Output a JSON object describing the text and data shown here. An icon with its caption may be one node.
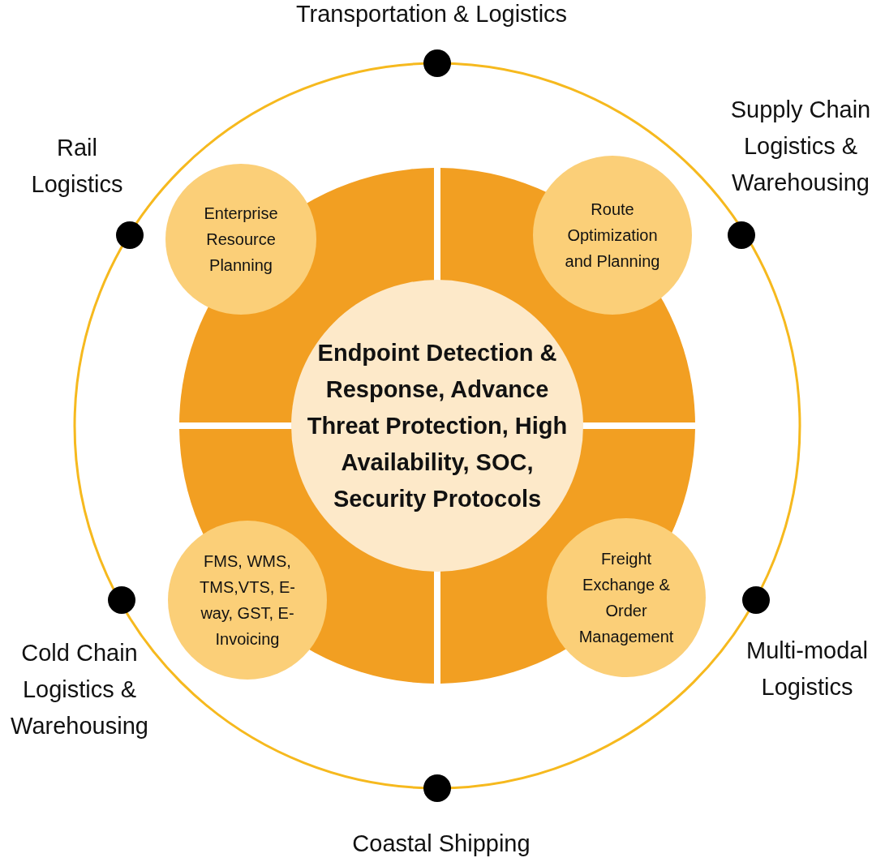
{
  "diagram": {
    "nodes": [
      {
        "text": [
          "Endpoint Detection & Response, Advance Threat Protection, High Availability, SOC, Security Protocols"
        ]
      },
      {
        "text": [
          "Enterprise Resource Planning"
        ]
      },
      {
        "text": [
          "Route Optimization and Planning"
        ]
      },
      {
        "text": [
          "FMS, WMS, TMS,VTS, E-way, GST, E-Invoicing"
        ]
      },
      {
        "text": [
          "Freight Exchange & Order Management"
        ]
      },
      {
        "text": [
          "Transportation & Logistics"
        ]
      },
      {
        "text": [
          "Rail Logistics"
        ]
      },
      {
        "text": [
          "Supply Chain Logistics & Warehousing"
        ]
      },
      {
        "text": [
          "Cold Chain Logistics & Warehousing"
        ]
      },
      {
        "text": [
          "Multi-modal Logistics"
        ]
      },
      {
        "text": [
          "Coastal Shipping"
        ]
      }
    ],
    "edges": []
  }
}
